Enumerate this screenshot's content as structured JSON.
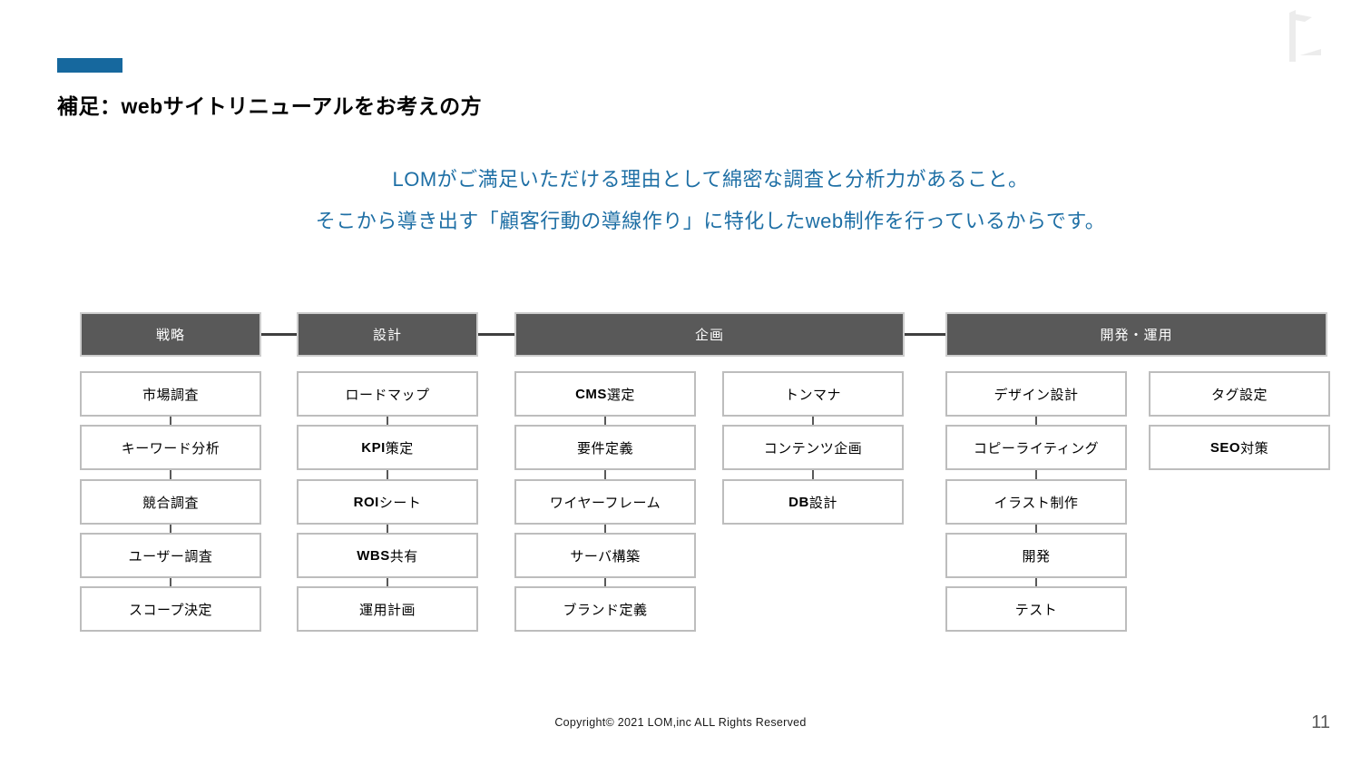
{
  "header": {
    "title": "補足：webサイトリニューアルをお考えの方"
  },
  "intro": {
    "line1": "LOMがご満足いただける理由として綿密な調査と分析力があること。",
    "line2": "そこから導き出す「顧客行動の導線作り」に特化したweb制作を行っているからです。"
  },
  "diagram": {
    "phases": [
      {
        "label": "戦略",
        "columns": [
          {
            "connected": true,
            "items": [
              "市場調査",
              "キーワード分析",
              "競合調査",
              "ユーザー調査",
              "スコープ決定"
            ]
          }
        ]
      },
      {
        "label": "設計",
        "columns": [
          {
            "connected": true,
            "items": [
              "ロードマップ",
              "KPI策定",
              "ROIシート",
              "WBS共有",
              "運用計画"
            ]
          }
        ]
      },
      {
        "label": "企画",
        "columns": [
          {
            "connected": true,
            "items": [
              "CMS選定",
              "要件定義",
              "ワイヤーフレーム",
              "サーバ構築",
              "ブランド定義"
            ]
          },
          {
            "connected": true,
            "items": [
              "トンマナ",
              "コンテンツ企画",
              "DB設計"
            ]
          }
        ]
      },
      {
        "label": "開発・運用",
        "columns": [
          {
            "connected": true,
            "items": [
              "デザイン設計",
              "コピーライティング",
              "イラスト制作",
              "開発",
              "テスト"
            ]
          },
          {
            "connected": false,
            "items": [
              "タグ設定",
              "SEO対策"
            ]
          }
        ]
      }
    ]
  },
  "footer": {
    "copyright": "Copyright© 2021 LOM,inc ALL Rights Reserved",
    "page_number": "11"
  },
  "icons": {
    "logo": "lom-logo-mark"
  },
  "colors": {
    "accent_blue": "#16689e",
    "intro_text_blue": "#1e6fa5",
    "phase_header_gray": "#595959",
    "box_border_gray": "#bdbdbd",
    "connector_gray": "#3f3f3f"
  }
}
